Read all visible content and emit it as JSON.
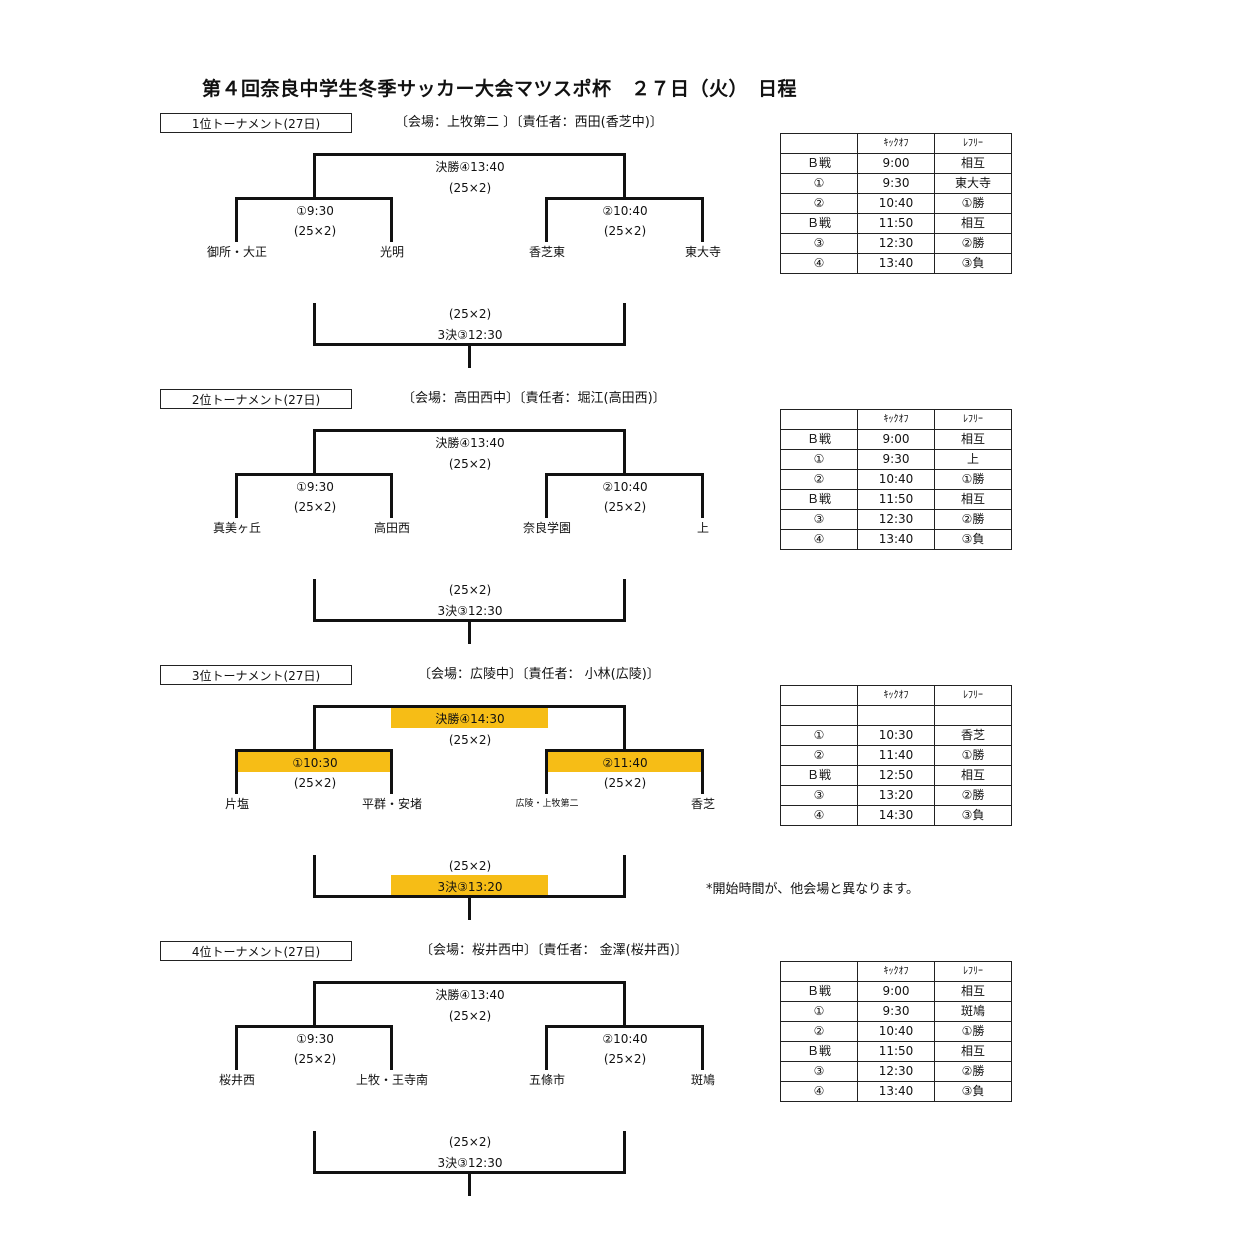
{
  "title": "第４回奈良中学生冬季サッカー大会マツスポ杯　２７日（火）　日程",
  "sections": [
    {
      "label": "1位トーナメント(27日)",
      "venue": "〔会場：上牧第二 〕〔責任者：西田(香芝中)〕",
      "final_label": "決勝④13:40",
      "final_dur": "(25×2)",
      "left_label": "①9:30",
      "left_dur": "(25×2)",
      "right_label": "②10:40",
      "right_dur": "(25×2)",
      "teams": [
        "御所・大正",
        "光明",
        "香芝東",
        "東大寺"
      ],
      "third_dur": "(25×2)",
      "third_label": "3決③12:30",
      "schedule_header": [
        "",
        "ｷｯｸｵﾌ",
        "ﾚﾌﾘｰ"
      ],
      "schedule": [
        [
          "Ｂ戦",
          "9:00",
          "相互"
        ],
        [
          "①",
          "9:30",
          "東大寺"
        ],
        [
          "②",
          "10:40",
          "①勝"
        ],
        [
          "Ｂ戦",
          "11:50",
          "相互"
        ],
        [
          "③",
          "12:30",
          "②勝"
        ],
        [
          "④",
          "13:40",
          "③負"
        ]
      ]
    },
    {
      "label": "2位トーナメント(27日)",
      "venue": "〔会場：高田西中〕〔責任者：堀江(高田西)〕",
      "final_label": "決勝④13:40",
      "final_dur": "(25×2)",
      "left_label": "①9:30",
      "left_dur": "(25×2)",
      "right_label": "②10:40",
      "right_dur": "(25×2)",
      "teams": [
        "真美ヶ丘",
        "高田西",
        "奈良学園",
        "上"
      ],
      "third_dur": "(25×2)",
      "third_label": "3決③12:30",
      "schedule_header": [
        "",
        "ｷｯｸｵﾌ",
        "ﾚﾌﾘｰ"
      ],
      "schedule": [
        [
          "Ｂ戦",
          "9:00",
          "相互"
        ],
        [
          "①",
          "9:30",
          "上"
        ],
        [
          "②",
          "10:40",
          "①勝"
        ],
        [
          "Ｂ戦",
          "11:50",
          "相互"
        ],
        [
          "③",
          "12:30",
          "②勝"
        ],
        [
          "④",
          "13:40",
          "③負"
        ]
      ]
    },
    {
      "label": "3位トーナメント(27日)",
      "venue": "〔会場：広陵中〕〔責任者： 小林(広陵)〕",
      "final_label": "決勝④14:30",
      "final_dur": "(25×2)",
      "left_label": "①10:30",
      "left_dur": "(25×2)",
      "right_label": "②11:40",
      "right_dur": "(25×2)",
      "teams": [
        "片塩",
        "平群・安堵",
        "広陵・上牧第二",
        "香芝"
      ],
      "third_dur": "(25×2)",
      "third_label": "3決③13:20",
      "note": "*開始時間が、他会場と異なります。",
      "schedule_header": [
        "",
        "ｷｯｸｵﾌ",
        "ﾚﾌﾘｰ"
      ],
      "schedule": [
        [
          "",
          "",
          ""
        ],
        [
          "①",
          "10:30",
          "香芝"
        ],
        [
          "②",
          "11:40",
          "①勝"
        ],
        [
          "Ｂ戦",
          "12:50",
          "相互"
        ],
        [
          "③",
          "13:20",
          "②勝"
        ],
        [
          "④",
          "14:30",
          "③負"
        ]
      ]
    },
    {
      "label": "4位トーナメント(27日)",
      "venue": "〔会場：桜井西中〕〔責任者： 金澤(桜井西)〕",
      "final_label": "決勝④13:40",
      "final_dur": "(25×2)",
      "left_label": "①9:30",
      "left_dur": "(25×2)",
      "right_label": "②10:40",
      "right_dur": "(25×2)",
      "teams": [
        "桜井西",
        "上牧・王寺南",
        "五條市",
        "斑鳩"
      ],
      "third_dur": "(25×2)",
      "third_label": "3決③12:30",
      "schedule_header": [
        "",
        "ｷｯｸｵﾌ",
        "ﾚﾌﾘｰ"
      ],
      "schedule": [
        [
          "Ｂ戦",
          "9:00",
          "相互"
        ],
        [
          "①",
          "9:30",
          "斑鳩"
        ],
        [
          "②",
          "10:40",
          "①勝"
        ],
        [
          "Ｂ戦",
          "11:50",
          "相互"
        ],
        [
          "③",
          "12:30",
          "②勝"
        ],
        [
          "④",
          "13:40",
          "③負"
        ]
      ]
    }
  ]
}
